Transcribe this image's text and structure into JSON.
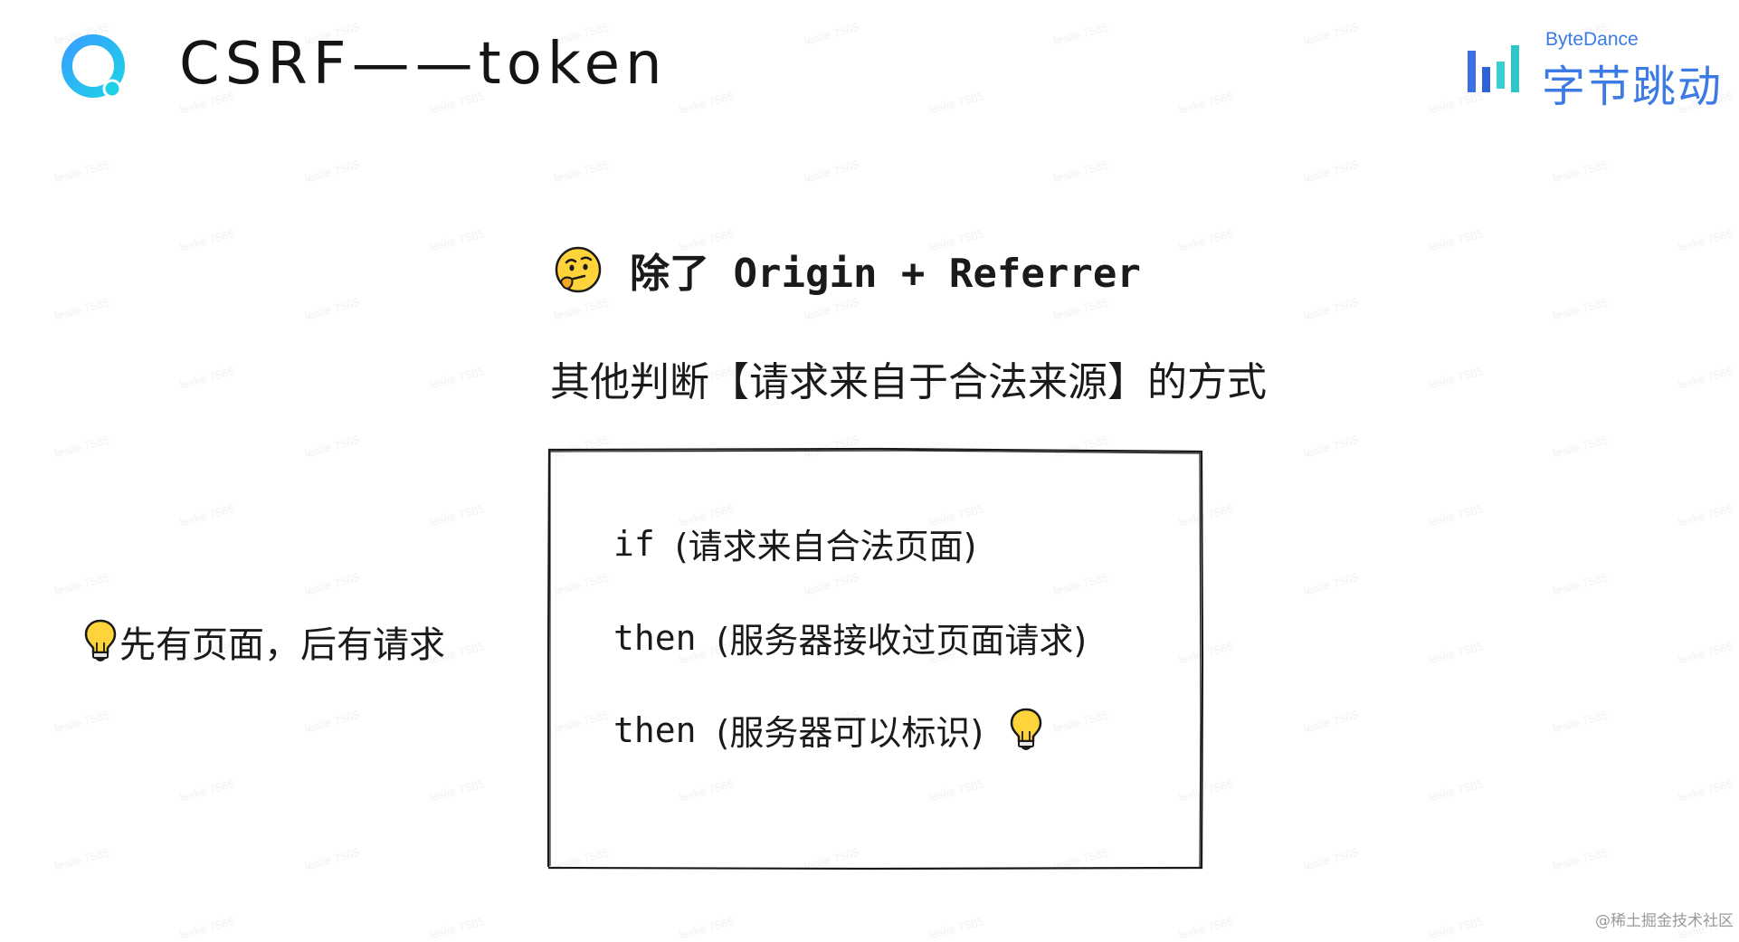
{
  "header": {
    "title": "CSRF——token"
  },
  "brand": {
    "english": "ByteDance",
    "chinese": "字节跳动",
    "color": "#3c7be6"
  },
  "heading": {
    "emoji": "thinking-face-icon",
    "text": "除了 Origin + Referrer"
  },
  "subheading": "其他判断【请求来自于合法来源】的方式",
  "side_note": {
    "icon": "lightbulb-icon",
    "text": "先有页面，后有请求"
  },
  "code_box": {
    "lines": [
      {
        "keyword": "if",
        "text": "(请求来自合法页面)"
      },
      {
        "keyword": "then",
        "text": "(服务器接收过页面请求)"
      },
      {
        "keyword": "then",
        "text": "(服务器可以标识)",
        "icon": "lightbulb-icon"
      }
    ]
  },
  "watermark_text": "leslie 7585",
  "credit": "@稀土掘金技术社区"
}
